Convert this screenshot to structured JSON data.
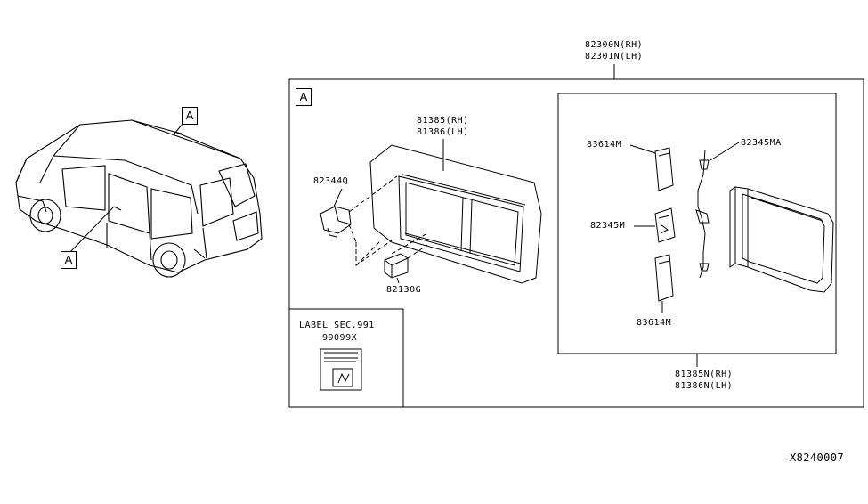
{
  "assembly": {
    "rh": "82300N(RH)",
    "lh": "82301N(LH)"
  },
  "callout_letter": "A",
  "parts": {
    "finisher_rh": "81385(RH)",
    "finisher_lh": "81386(LH)",
    "p82344q": "82344Q",
    "p82130g": "82130G",
    "p83614m_top": "83614M",
    "p82345ma": "82345MA",
    "p82345m": "82345M",
    "p83614m_bottom": "83614M",
    "window_rh": "81385N(RH)",
    "window_lh": "81386N(LH)"
  },
  "label_box": {
    "title": "LABEL SEC.991",
    "part": "99099X"
  },
  "diagram_ref": "X8240007"
}
